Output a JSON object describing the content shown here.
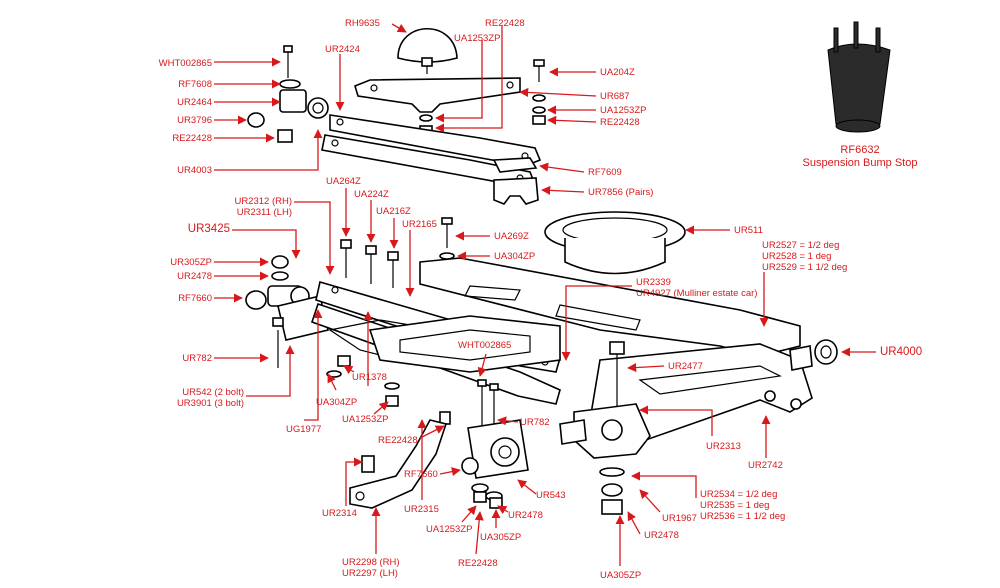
{
  "labels": {
    "rh9635": "RH9635",
    "re22428_top": "RE22428",
    "ua1253zp_top": "UA1253ZP",
    "wht002865_top": "WHT002865",
    "ur2424": "UR2424",
    "rf7608": "RF7608",
    "ur2464": "UR2464",
    "ur3796": "UR3796",
    "re22428_left": "RE22428",
    "ur4003": "UR4003",
    "ua204z": "UA204Z",
    "ur687": "UR687",
    "ua1253zp_r": "UA1253ZP",
    "re22428_r": "RE22428",
    "rf7609": "RF7609",
    "ur7856": "UR7856 (Pairs)",
    "ua264z": "UA264Z",
    "ua224z": "UA224Z",
    "ua216z": "UA216Z",
    "ur2312": "UR2312 (RH)",
    "ur2311": "UR2311 (LH)",
    "ur3425": "UR3425",
    "ur2165": "UR2165",
    "ua269z": "UA269Z",
    "ua304zp_top": "UA304ZP",
    "ur511": "UR511",
    "ur2527": "UR2527 = 1/2 deg",
    "ur2528": "UR2528 = 1 deg",
    "ur2529": "UR2529 = 1 1/2 deg",
    "ur305zp": "UR305ZP",
    "ur2478_left": "UR2478",
    "rf7660_left": "RF7660",
    "ur2339": "UR2339",
    "ur4927": "UR4927 (Mulliner estate car)",
    "ur782_left": "UR782",
    "ur4000": "UR4000",
    "wht002865_mid": "WHT002865",
    "ur2477": "UR2477",
    "ur542": "UR542 (2 bolt)",
    "ur3901": "UR3901 (3 bolt)",
    "ur1378": "UR1378",
    "ua304zp_mid": "UA304ZP",
    "ua1253zp_mid": "UA1253ZP",
    "ug1977": "UG1977",
    "re22428_mid": "RE22428",
    "ur782_mid": "UR782",
    "ur2313": "UR2313",
    "ur2742": "UR2742",
    "rf7660_mid": "RF7660",
    "ur543": "UR543",
    "ur2534": "UR2534 = 1/2 deg",
    "ur2535": "UR2535 = 1 deg",
    "ur2536": "UR2536 = 1 1/2 deg",
    "ur2314": "UR2314",
    "ur2315": "UR2315",
    "ua1253zp_bot": "UA1253ZP",
    "ur2478_bot": "UR2478",
    "ua305zp_bot": "UA305ZP",
    "ur1967": "UR1967",
    "ur2478_br": "UR2478",
    "ur2298": "UR2298 (RH)",
    "ur2297": "UR2297 (LH)",
    "re22428_bot": "RE22428",
    "ua305zp_br": "UA305ZP"
  },
  "inset": {
    "part_number": "RF6632",
    "description": "Suspension Bump Stop"
  },
  "colors": {
    "label": "#d8191c",
    "line": "#000000",
    "background": "#ffffff"
  }
}
